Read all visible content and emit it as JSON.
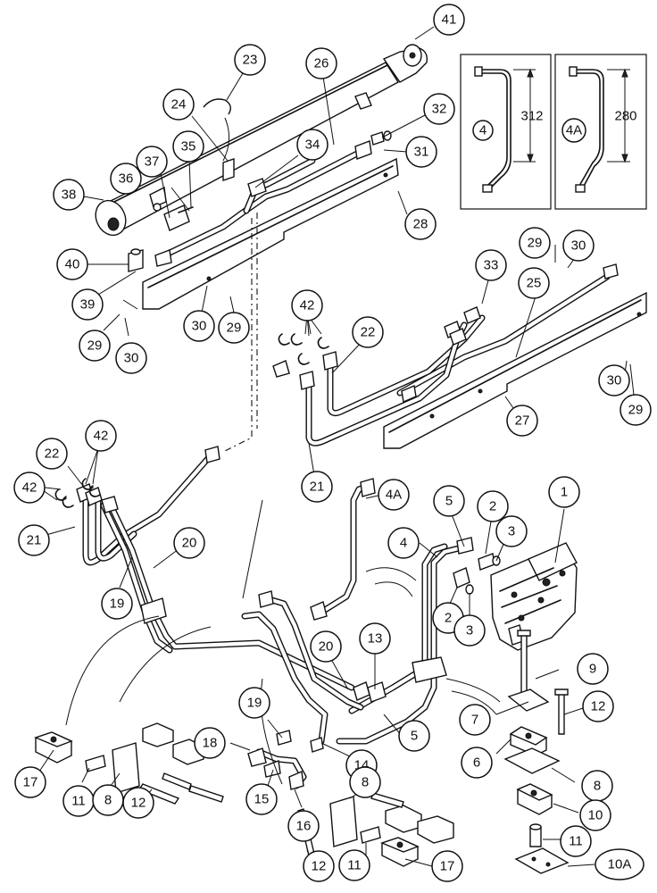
{
  "callouts": {
    "c1": "1",
    "c2a": "2",
    "c2b": "2",
    "c3a": "3",
    "c3b": "3",
    "c4": "4",
    "c4A": "4A",
    "c5a": "5",
    "c5b": "5",
    "c6": "6",
    "c7": "7",
    "c8a": "8",
    "c8b": "8",
    "c8c": "8",
    "c9": "9",
    "c10": "10",
    "c10A": "10A",
    "c11a": "11",
    "c11b": "11",
    "c11c": "11",
    "c12a": "12",
    "c12b": "12",
    "c12c": "12",
    "c13": "13",
    "c14": "14",
    "c15": "15",
    "c16": "16",
    "c17a": "17",
    "c17b": "17",
    "c18": "18",
    "c19a": "19",
    "c19b": "19",
    "c20a": "20",
    "c20b": "20",
    "c21a": "21",
    "c21b": "21",
    "c22a": "22",
    "c22b": "22",
    "c23": "23",
    "c24": "24",
    "c25": "25",
    "c26": "26",
    "c27": "27",
    "c28": "28",
    "c29a": "29",
    "c29b": "29",
    "c29c": "29",
    "c29d": "29",
    "c30a": "30",
    "c30b": "30",
    "c30c": "30",
    "c30d": "30",
    "c31": "31",
    "c32": "32",
    "c33": "33",
    "c34": "34",
    "c35": "35",
    "c36": "36",
    "c37": "37",
    "c38": "38",
    "c39": "39",
    "c40": "40",
    "c41": "41",
    "c42a": "42",
    "c42b": "42",
    "c42c": "42"
  },
  "inset": {
    "left": {
      "label": "4",
      "dimension": "312"
    },
    "right": {
      "label": "4A",
      "dimension": "280"
    }
  }
}
